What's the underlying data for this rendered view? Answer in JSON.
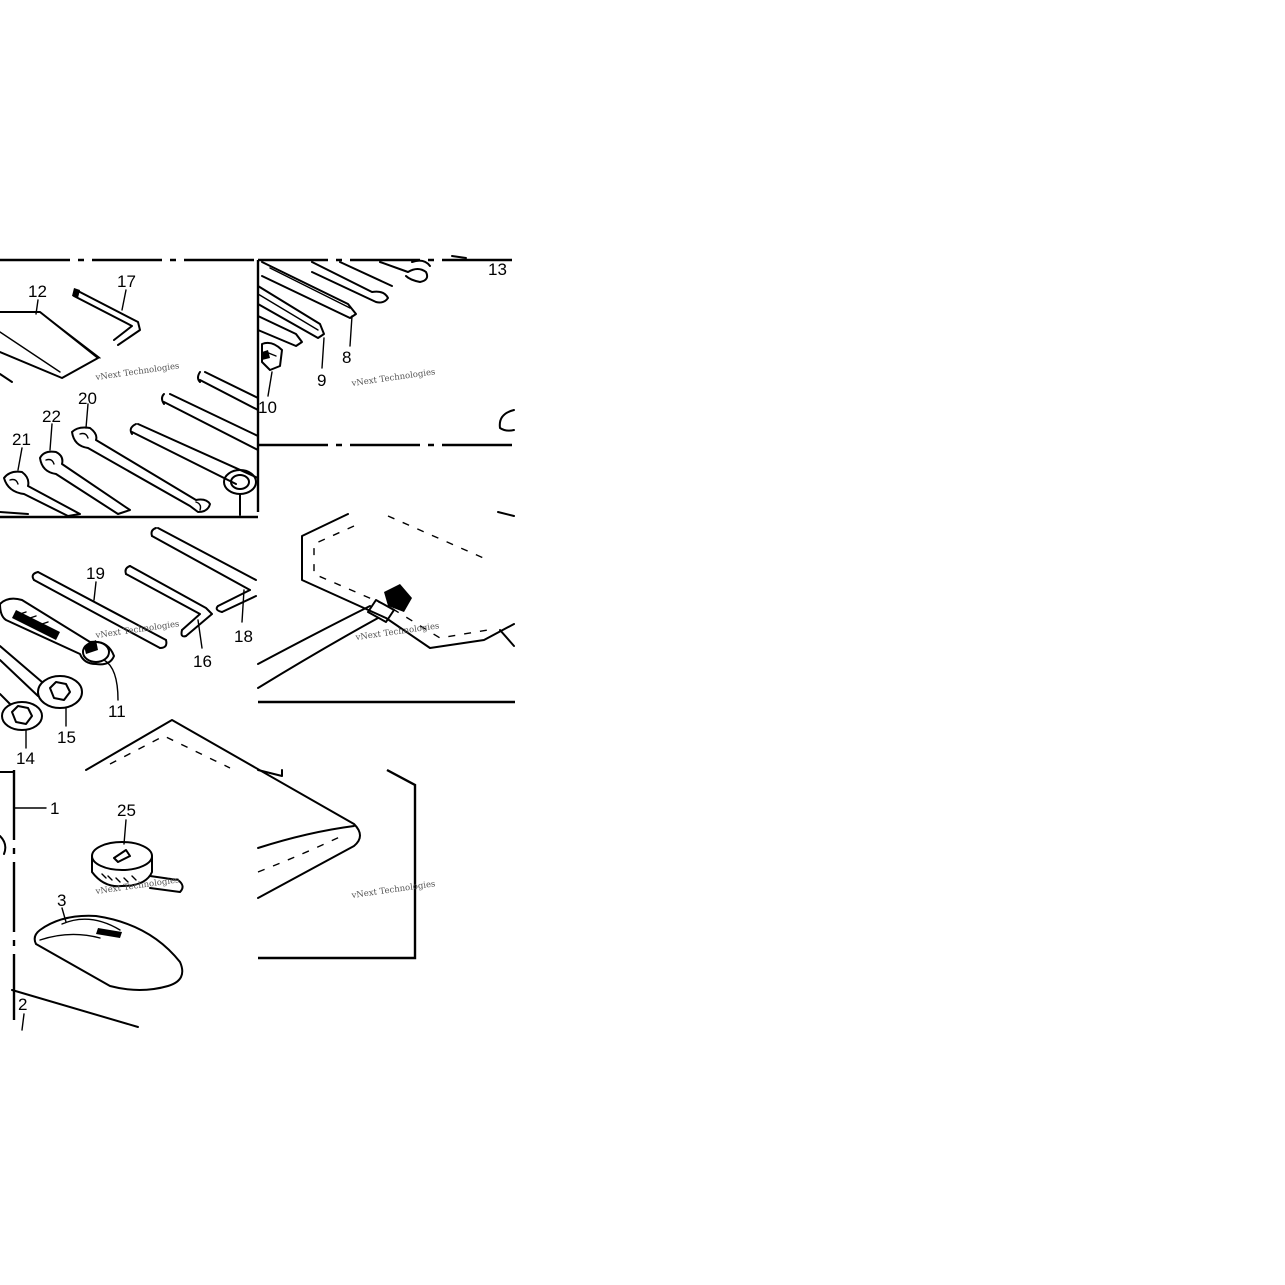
{
  "callouts": {
    "c1": "1",
    "c2": "2",
    "c3": "3",
    "c8": "8",
    "c9": "9",
    "c10": "10",
    "c11": "11",
    "c12": "12",
    "c13": "13",
    "c14": "14",
    "c15": "15",
    "c16": "16",
    "c17": "17",
    "c18": "18",
    "c19": "19",
    "c20": "20",
    "c21": "21",
    "c22": "22",
    "c25": "25"
  },
  "watermark": {
    "text": "vNext Technologies"
  },
  "colors": {
    "ink": "#000000",
    "background": "#ffffff",
    "watermark": "#555555"
  }
}
